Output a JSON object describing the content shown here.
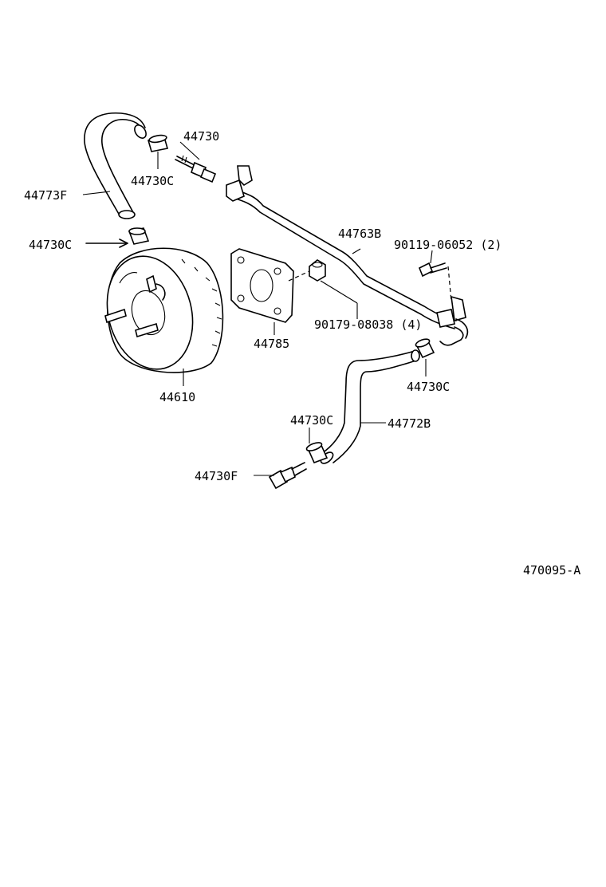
{
  "diagram": {
    "labels": {
      "p44730": "44730",
      "p44730c_top": "44730C",
      "p44773f": "44773F",
      "p44730c_left": "44730C",
      "p44763b": "44763B",
      "p90119": "90119-06052 (2)",
      "p90179": "90179-08038 (4)",
      "p44785": "44785",
      "p44610": "44610",
      "p44730c_right": "44730C",
      "p44730c_mid": "44730C",
      "p44772b": "44772B",
      "p44730f": "44730F"
    },
    "figure_id": "470095-A"
  }
}
